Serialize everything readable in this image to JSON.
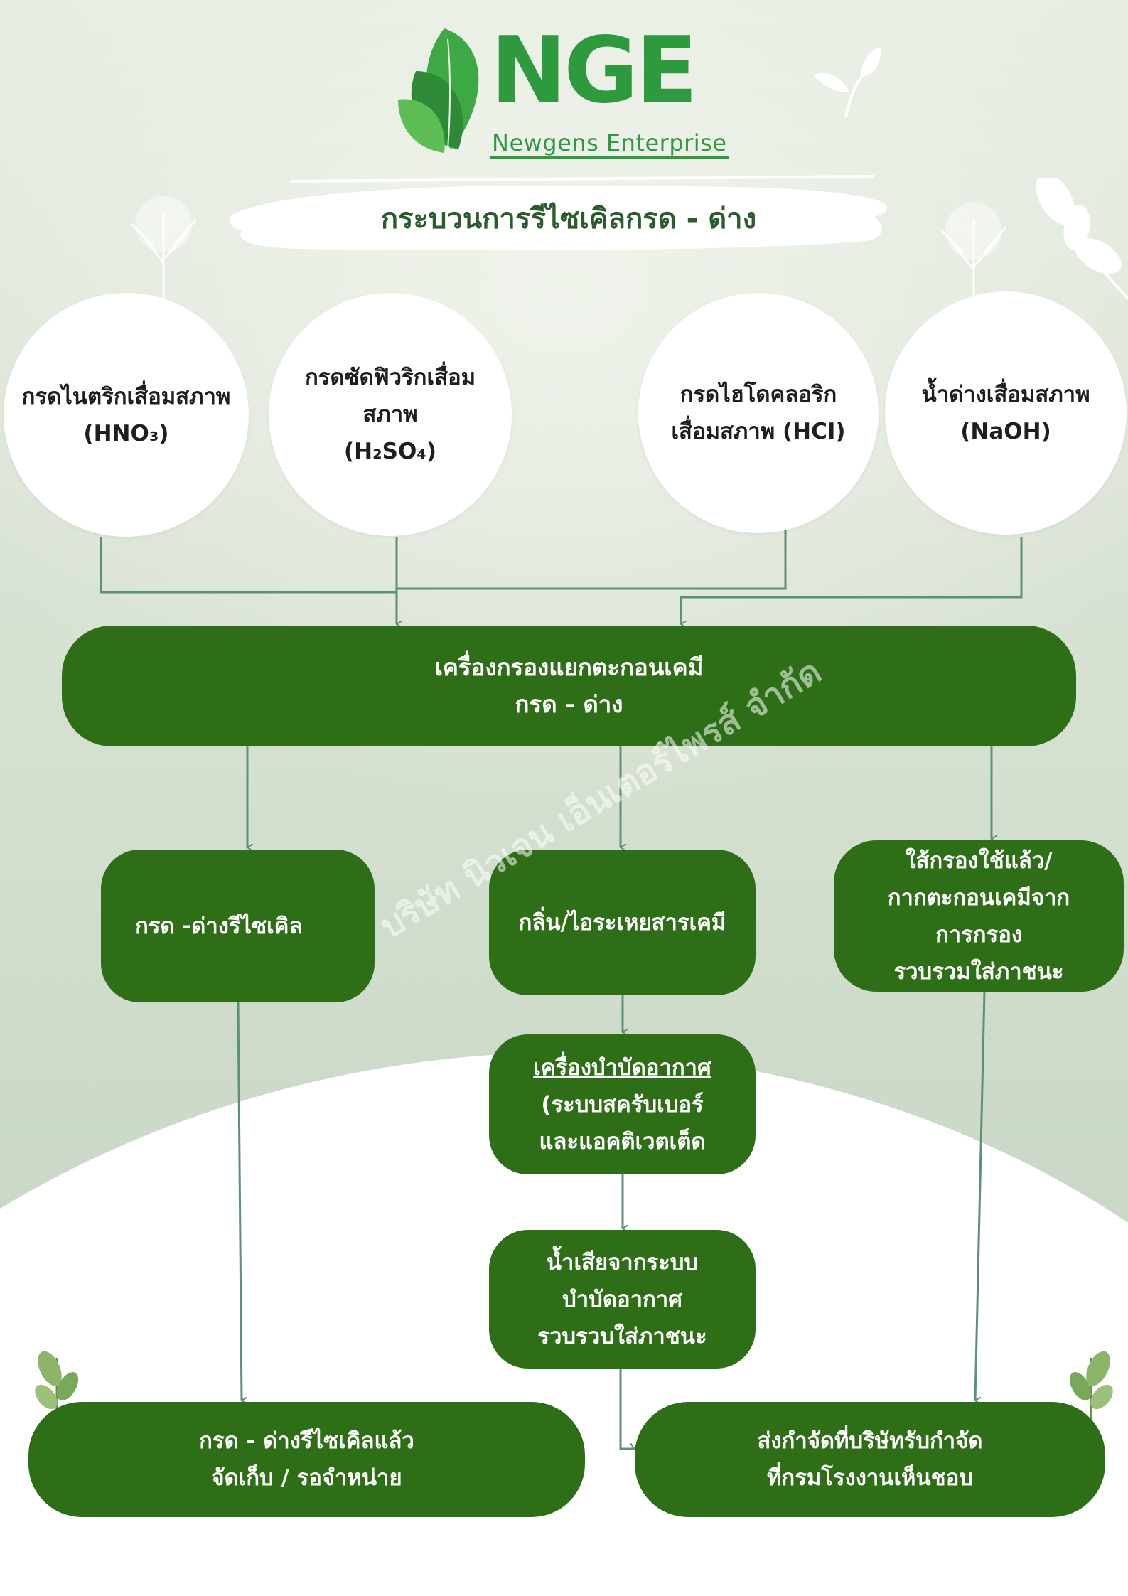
{
  "brand": {
    "logo_text": "NGE",
    "logo_subtitle": "Newgens Enterprise"
  },
  "title": "กระบวนการรีไซเคิลกรด - ด่าง",
  "inputs": [
    {
      "label": "กรดไนตริกเสื่อมสภาพ\n(HNO₃)"
    },
    {
      "label": "กรดซัดฟิวริกเสื่อม\nสภาพ\n(H₂SO₄)"
    },
    {
      "label": "กรดไฮโดคลอริก\nเสื่อมสภาพ (HCI)"
    },
    {
      "label": "น้ำด่างเสื่อมสภาพ\n(NaOH)"
    }
  ],
  "filter_unit": "เครื่องกรองแยกตะกอนเคมี\nกรด - ด่าง",
  "outputs": {
    "recycled": "กรด -ด่างรีไซเคิล",
    "vapor": "กลิ่น/ไอระเหยสารเคมี",
    "sludge": "ใส้กรองใช้แล้ว/\nกากตะกอนเคมีจาก\nการกรอง\nรวบรวมใส่ภาชนะ"
  },
  "air_treatment": {
    "title": "เครื่องบำบัดอากาศ",
    "detail": "(ระบบสครับเบอร์\nและแอคติเวตเต็ด"
  },
  "wastewater": "น้ำเสียจากระบบ\nบำบัดอากาศ\nรวบรวบใส่ภาชนะ",
  "final_store": "กรด - ด่างรีไซเคิลแล้ว\nจัดเก็บ / รอจำหน่าย",
  "final_disposal": "ส่งกำจัดที่บริษัทรับกำจัด\nที่กรมโรงงานเห็นชอบ",
  "watermark": "บริษัท นิวเจน เอ็นเตอร์ไพรส์ จำกัด",
  "colors": {
    "box_green": "#2d6e17",
    "connector": "#5e8f7a",
    "logo_green": "#2e9a3d",
    "background_top": "#e3eadf",
    "background_mid": "#c4d3bf"
  },
  "icons": [
    "leaf-logo-icon",
    "tree-icon",
    "sprout-icon",
    "leaf-branch-icon"
  ]
}
